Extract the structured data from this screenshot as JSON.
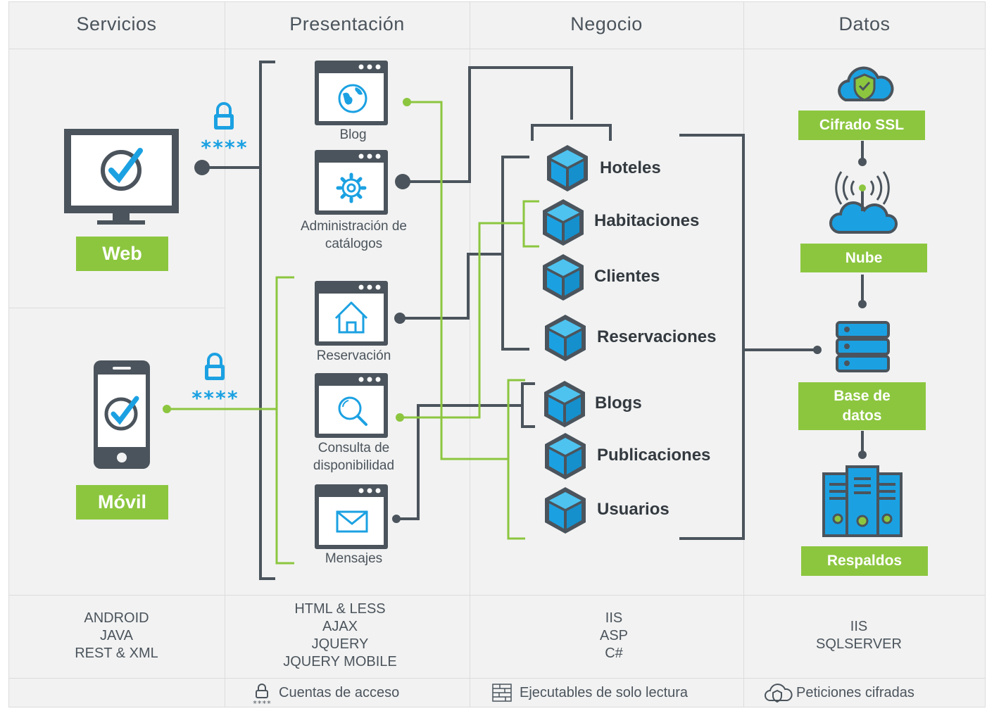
{
  "columns": [
    "Servicios",
    "Presentación",
    "Negocio",
    "Datos"
  ],
  "clients": {
    "web": "Web",
    "movil": "Móvil",
    "password_mask": "****"
  },
  "presentation": {
    "blog": "Blog",
    "admin": "Administración de catálogos",
    "reservacion": "Reservación",
    "consulta": "Consulta de disponibilidad",
    "mensajes": "Mensajes"
  },
  "business": {
    "entities": [
      "Hoteles",
      "Habitaciones",
      "Clientes",
      "Reservaciones",
      "Blogs",
      "Publicaciones",
      "Usuarios"
    ]
  },
  "data_layer": {
    "ssl": "Cifrado SSL",
    "nube": "Nube",
    "db": "Base de datos",
    "respaldos": "Respaldos"
  },
  "technologies": {
    "servicios": [
      "ANDROID",
      "JAVA",
      "REST & XML"
    ],
    "presentacion": [
      "HTML & LESS",
      "AJAX",
      "JQUERY",
      "JQUERY MOBILE"
    ],
    "negocio": [
      "IIS",
      "ASP",
      "C#"
    ],
    "datos": [
      "IIS",
      "SQLSERVER"
    ]
  },
  "legend": {
    "accounts": "Cuentas de acceso",
    "readonly": "Ejecutables de solo lectura",
    "encrypted": "Peticiones cifradas"
  },
  "colors": {
    "green": "#8cc63f",
    "dark": "#4b545c",
    "blue": "#1ba1e2",
    "panel": "#f2f2f2"
  }
}
